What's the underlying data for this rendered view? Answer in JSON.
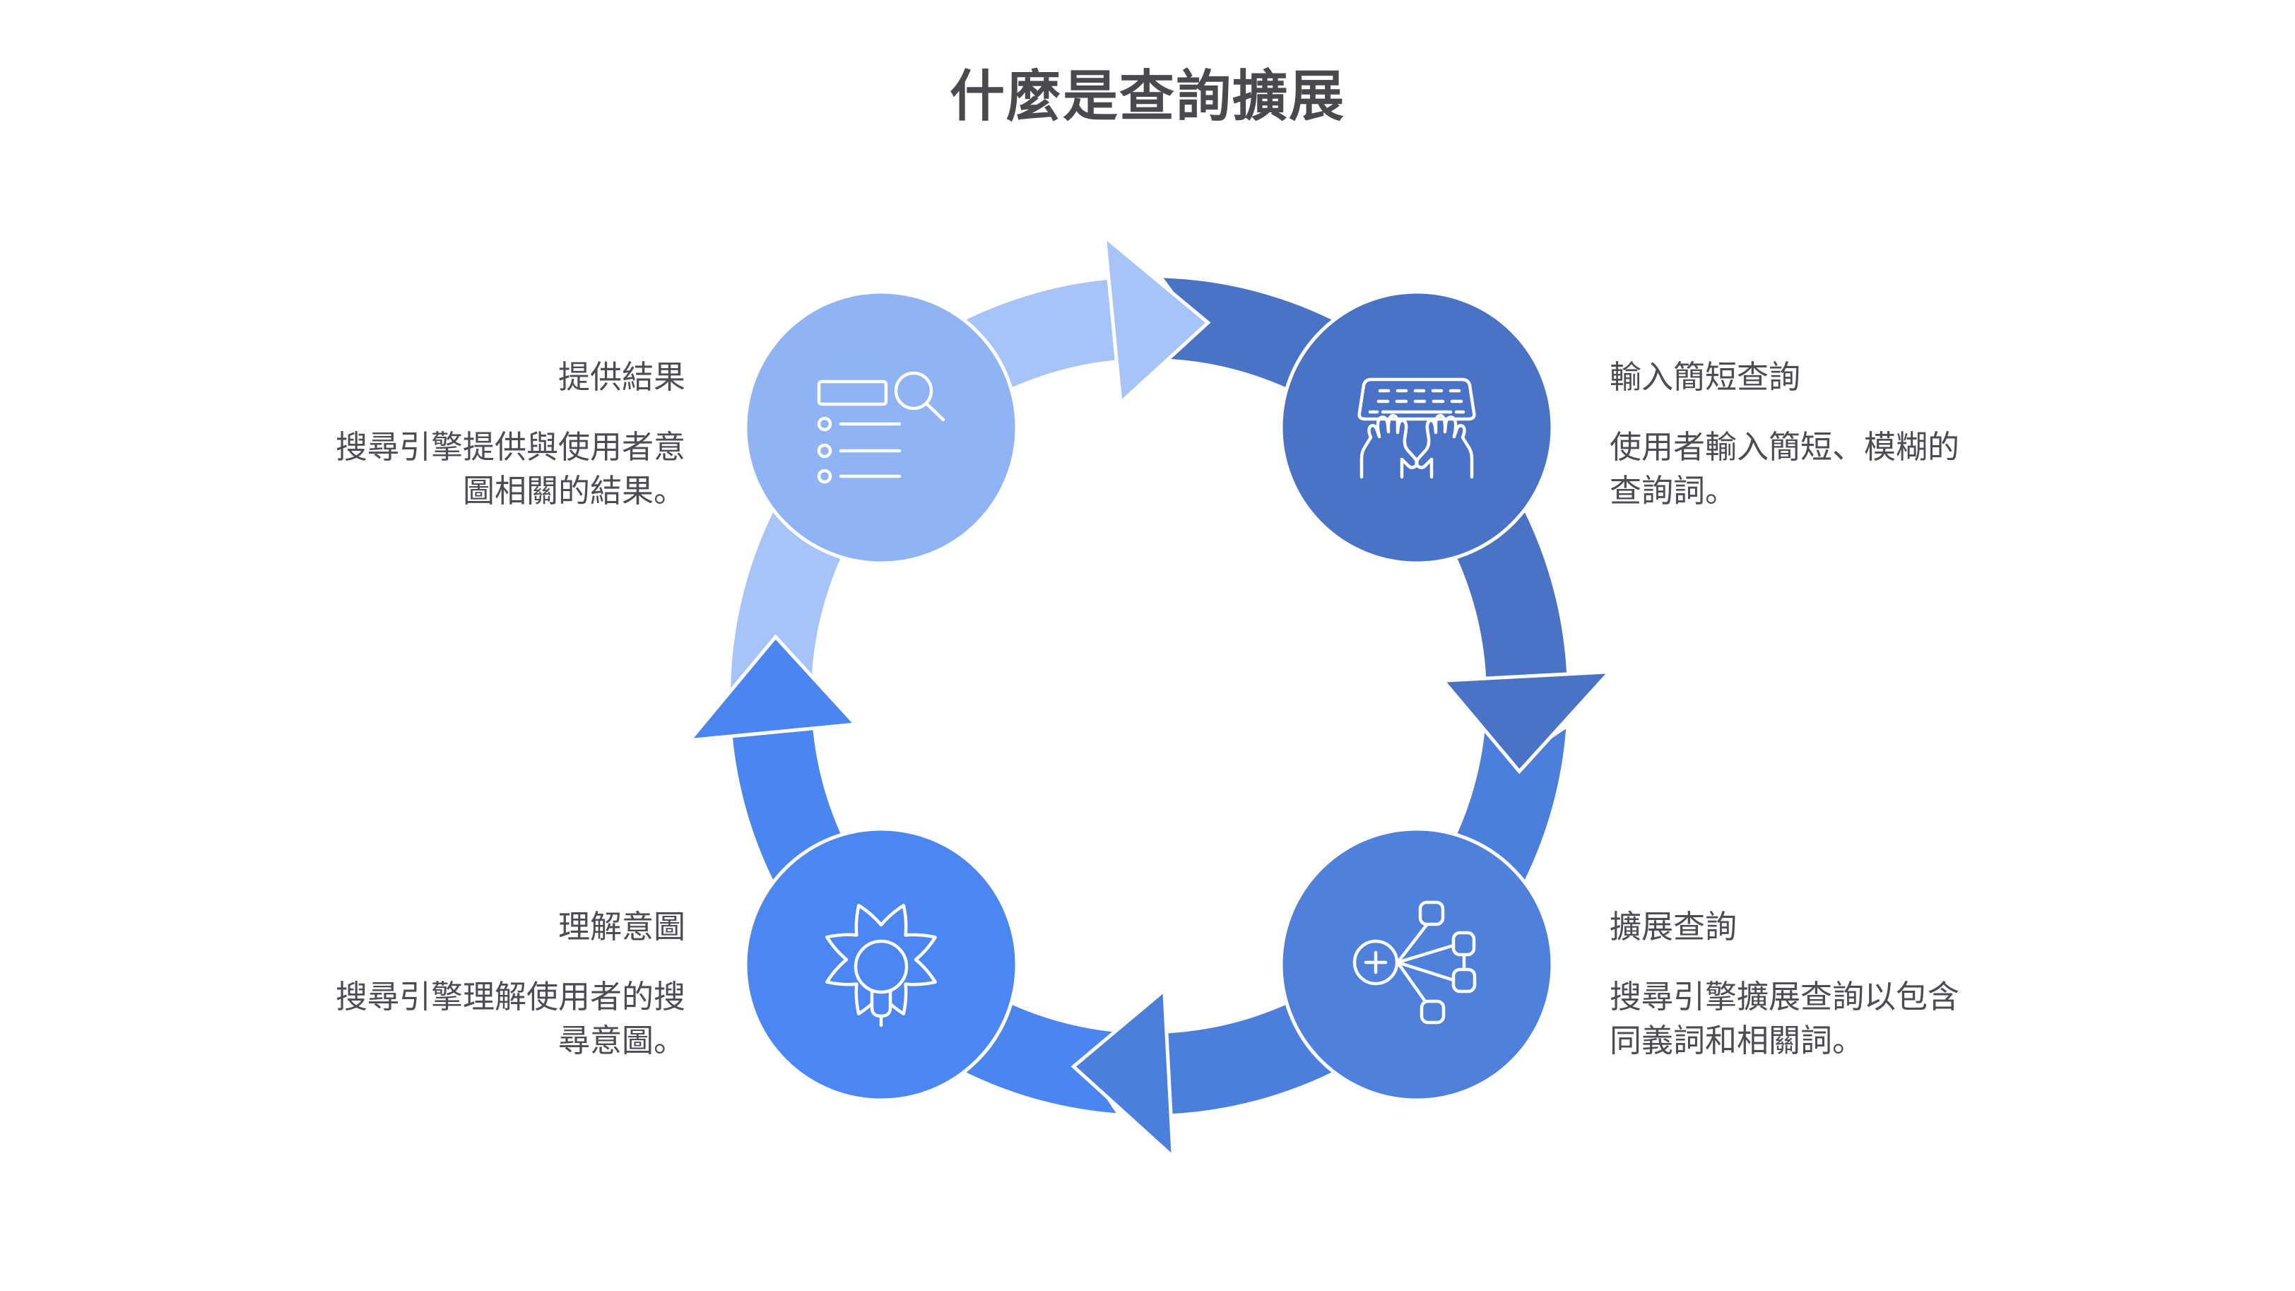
{
  "title": "什麼是查詢擴展",
  "colors": {
    "background": "#ffffff",
    "title_text": "#4a4a4e",
    "step_text": "#4c4d52",
    "icon_stroke": "#ffffff",
    "arc_light": "#a7c4f8",
    "arc_dark": "#4a72c5",
    "arc_medium": "#4c7edb",
    "arc_bright": "#4a85f0",
    "circle_light": "#8fb3f3",
    "circle_dark": "#4a73c7",
    "circle_medium": "#4e80dc",
    "circle_bright": "#4b86f3"
  },
  "steps": [
    {
      "id": "input-short-query",
      "position": "top-right",
      "heading": "輸入簡短查詢",
      "body": "使用者輸入簡短、模糊的\n查詢詞。",
      "icon": "keyboard-typing-icon"
    },
    {
      "id": "expand-query",
      "position": "bottom-right",
      "heading": "擴展查詢",
      "body": "搜尋引擎擴展查詢以包含\n同義詞和相關詞。",
      "icon": "query-expansion-icon"
    },
    {
      "id": "understand-intent",
      "position": "bottom-left",
      "heading": "理解意圖",
      "body": "搜尋引擎理解使用者的搜\n尋意圖。",
      "icon": "gear-lightbulb-icon"
    },
    {
      "id": "provide-results",
      "position": "top-left",
      "heading": "提供結果",
      "body": "搜尋引擎提供與使用者意\n圖相關的結果。",
      "icon": "search-results-icon"
    }
  ]
}
